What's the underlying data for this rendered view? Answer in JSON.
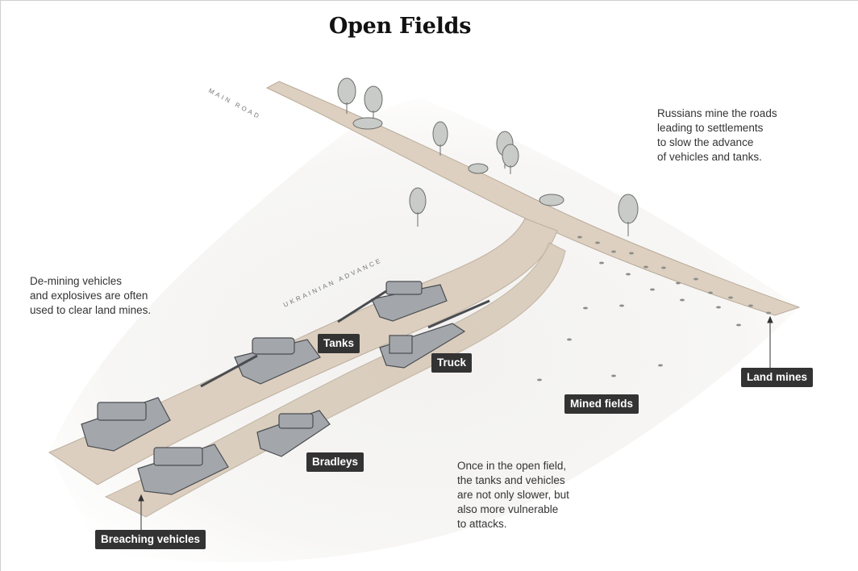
{
  "title": "Open Fields",
  "road_labels": {
    "main_road": "MAIN ROAD",
    "ukrainian_advance": "UKRAINIAN ADVANCE"
  },
  "annotations": {
    "russians_mine_roads": "Russians mine the roads\nleading to settlements\nto slow the advance\nof vehicles and tanks.",
    "demining_vehicles": "De-mining vehicles\nand explosives are often\nused to clear land mines.",
    "open_field": "Once in the open field,\nthe tanks and vehicles\nare not only slower, but\nalso more vulnerable\nto attacks."
  },
  "labels": {
    "tanks": "Tanks",
    "truck": "Truck",
    "land_mines": "Land mines",
    "mined_fields": "Mined fields",
    "bradleys": "Bradleys",
    "breaching_vehicles": "Breaching vehicles"
  },
  "colors": {
    "label_bg": "#333333",
    "road": "#dccfc0",
    "vehicle": "#9a9ea3"
  }
}
